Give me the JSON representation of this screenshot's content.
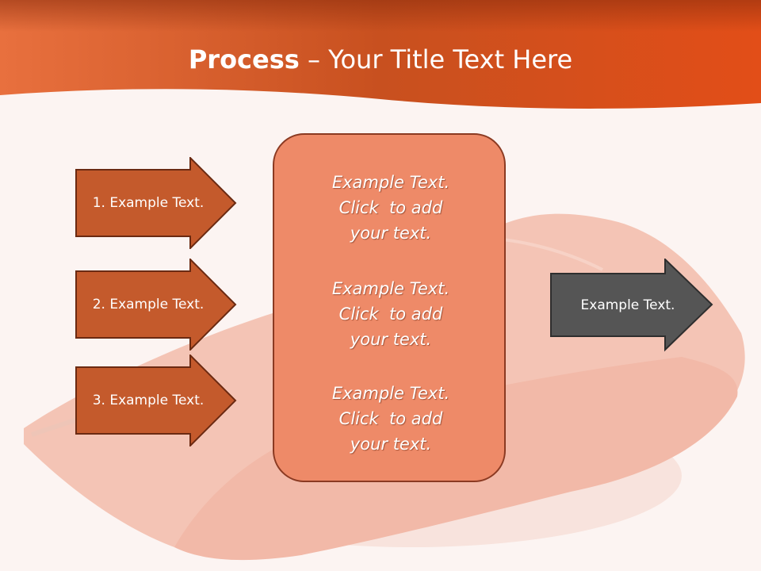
{
  "slide": {
    "title_bold": "Process",
    "title_rest": " – Your Title Text Here",
    "steps": [
      {
        "label": "1. Example Text."
      },
      {
        "label": "2. Example Text."
      },
      {
        "label": "3. Example Text."
      }
    ],
    "center_blocks": [
      {
        "lines": [
          "Example Text.",
          "Click  to add",
          "your text."
        ]
      },
      {
        "lines": [
          "Example Text.",
          "Click  to add",
          "your text."
        ]
      },
      {
        "lines": [
          "Example Text.",
          "Click  to add",
          "your text."
        ]
      }
    ],
    "output_label": "Example Text."
  },
  "colors": {
    "header_orange": "#e05a22",
    "header_dark": "#a8401a",
    "step_fill": "#c45a2c",
    "step_border": "#6b2a12",
    "center_fill": "#ee8a68",
    "output_fill": "#555555",
    "background": "#fcf4f2"
  }
}
